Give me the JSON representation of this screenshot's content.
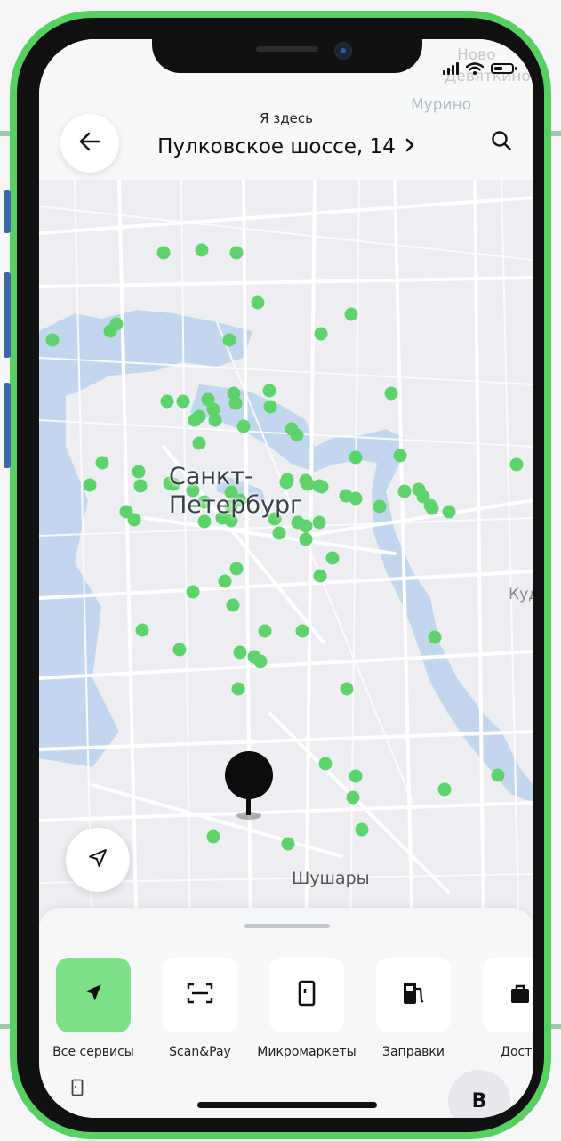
{
  "header": {
    "subtitle": "Я здесь",
    "address": "Пулковское шоссе, 14"
  },
  "map": {
    "city_line1": "Санкт-",
    "city_line2": "Петербург",
    "district": "Шушары",
    "corner_labels": [
      "Ново",
      "Девяткино",
      "Мурино",
      "Куд"
    ],
    "marker_color": "#5fd36b"
  },
  "services": [
    {
      "label": "Все сервисы",
      "icon": "navigation-arrow-icon",
      "active": true
    },
    {
      "label": "Scan&Pay",
      "icon": "scan-icon",
      "active": false
    },
    {
      "label": "Микромаркеты",
      "icon": "fridge-icon",
      "active": false
    },
    {
      "label": "Заправки",
      "icon": "fuel-pump-icon",
      "active": false
    },
    {
      "label": "Доста",
      "icon": "bag-icon",
      "active": false
    }
  ],
  "bottom_chip": "B",
  "colors": {
    "phone_frame": "#56d061",
    "accent_tile": "#7fe08a",
    "water": "#c2d7ee"
  }
}
